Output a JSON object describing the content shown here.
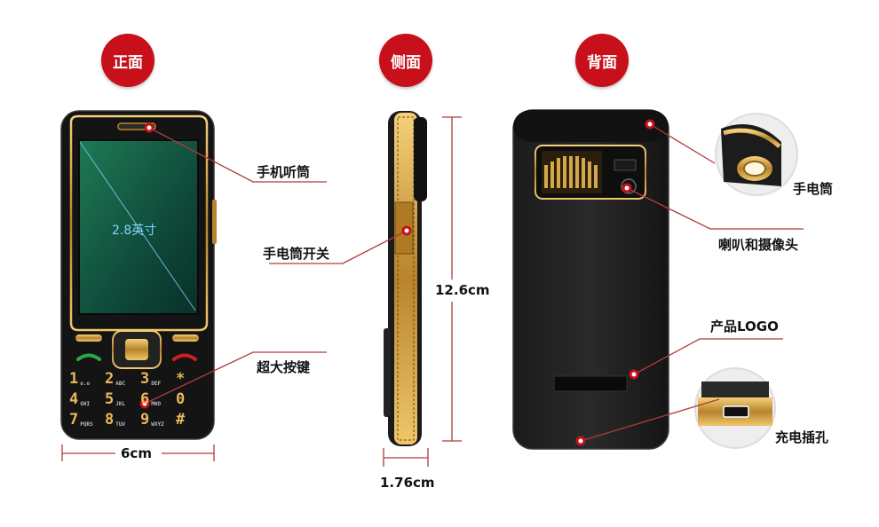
{
  "badges": {
    "front": "正面",
    "side": "侧面",
    "back": "背面"
  },
  "screen_size_label": "2.8英寸",
  "callouts": {
    "earpiece": "手机听筒",
    "flashlight_switch": "手电筒开关",
    "big_keys": "超大按键",
    "flashlight": "手电筒",
    "speaker_camera": "喇叭和摄像头",
    "logo": "产品LOGO",
    "charging_port": "充电插孔"
  },
  "dimensions": {
    "width": "6cm",
    "height": "12.6cm",
    "thickness": "1.76cm"
  },
  "keypad": {
    "keys": [
      "1",
      "2",
      "3",
      "*",
      "4",
      "5",
      "6",
      "0",
      "7",
      "8",
      "9",
      "#"
    ],
    "subs": [
      "o.o",
      "ABC",
      "DEF",
      "",
      "GHI",
      "JKL",
      "MNO",
      "",
      "PQRS",
      "TUV",
      "WXYZ",
      ""
    ]
  },
  "colors": {
    "accent": "#c8101a",
    "gold": "#d4a84a",
    "body": "#1a1a1a",
    "screen": "#1e6a50"
  }
}
